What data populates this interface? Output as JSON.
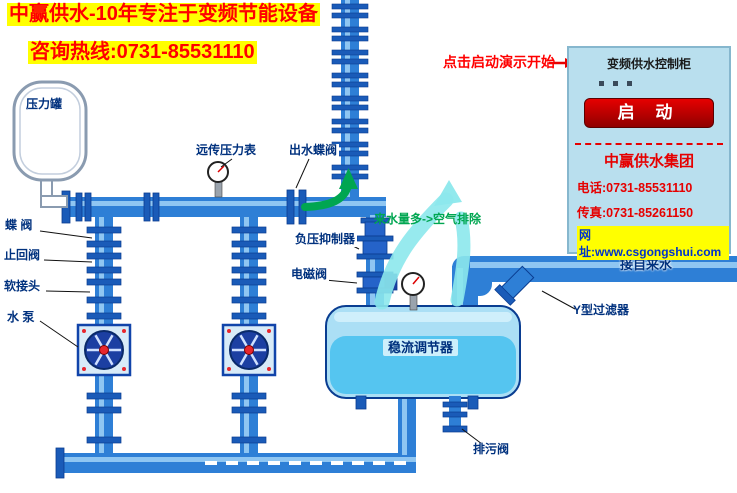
{
  "header": {
    "title": "中赢供水-10年专注于变频节能设备",
    "hotline": "咨询热线:0731-85531110"
  },
  "labels": {
    "pressure_tank": "压力罐",
    "butterfly_valve": "蝶 阀",
    "check_valve": "止回阀",
    "soft_joint": "软接头",
    "water_pump": "水 泵",
    "remote_pressure_gauge": "远传压力表",
    "outlet_butterfly_valve": "出水蝶阀",
    "negative_pressure_suppressor": "负压抑制器",
    "solenoid_valve": "电磁阀",
    "flow_regulator": "稳流调节器",
    "drain_valve": "排污阀",
    "y_filter": "Y型过滤器",
    "tap_water_inlet": "接自来水",
    "air_exhaust_note": "来水量多->空气排除",
    "demo_hint": "点击启动演示开始"
  },
  "cabinet": {
    "title": "变频供水控制柜",
    "start_button": "启 动",
    "company": "中赢供水集团",
    "phone": "电话:0731-85531110",
    "fax": "传真:0731-85261150",
    "website": "网址:www.csgongshui.com"
  },
  "colors": {
    "accent_red": "#ff0000",
    "highlight_yellow": "#ffff00",
    "pipe_blue": "#2e7fd6",
    "pipe_dark": "#0a3d91",
    "flange_blue": "#1a5bb8",
    "tank_fill": "#abdff5",
    "water": "#55c5f0",
    "green_flow": "#00a651",
    "spray_cyan": "#8ce8ec",
    "cabinet_bg": "#b9dfee",
    "label_navy": "#00317e"
  }
}
